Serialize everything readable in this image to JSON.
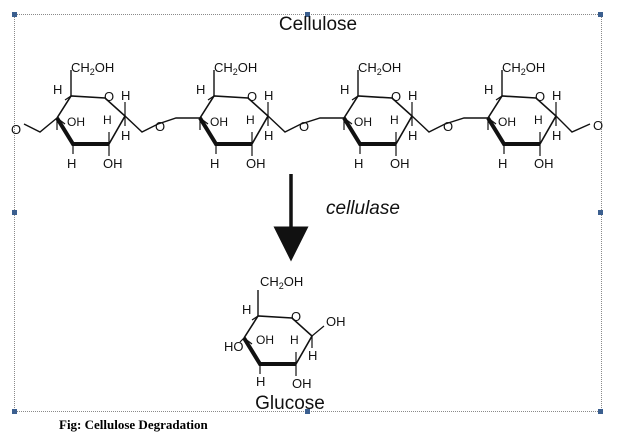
{
  "top_label": "Cellulose",
  "enzyme_label": "cellulase",
  "bottom_label": "Glucose",
  "caption": "Fig: Cellulose Degradation",
  "cellulose_ring": {
    "top_group": "CH2OH",
    "left_h": "H",
    "inner_oh": "OH",
    "inner_h": "H",
    "right_h": "H",
    "bottom_h": "H",
    "bottom_oh": "OH",
    "ring_o": "O",
    "link_o": "O"
  },
  "glucose_ring": {
    "top_group": "CH2OH",
    "left_h": "H",
    "anomeric_oh": "OH",
    "inner_oh": "OH",
    "inner_h": "H",
    "left_ho": "HO",
    "right_h": "H",
    "bottom_h": "H",
    "bottom_oh": "OH",
    "ring_o": "O"
  },
  "colors": {
    "handle": "#3b5f8f",
    "frame": "#8a8a8a",
    "ink": "#111111"
  }
}
